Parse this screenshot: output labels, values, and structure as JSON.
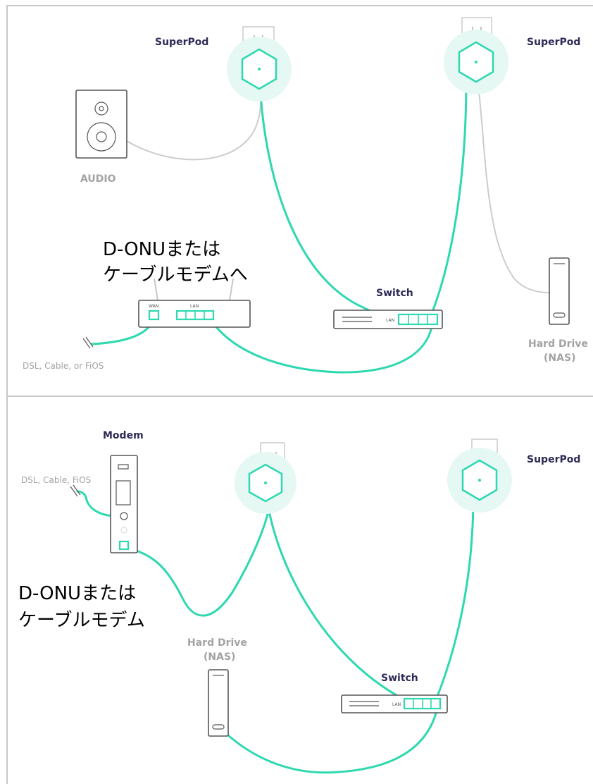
{
  "top_panel": {
    "superpod_left_label": "SuperPod",
    "superpod_right_label": "SuperPod",
    "audio_label": "AUDIO",
    "router_note_line1": "D-ONUまたは",
    "router_note_line2": "ケーブルモデムへ",
    "wan_port_label": "WAN",
    "lan_port_label": "LAN",
    "internet_label": "DSL, Cable, or FiOS",
    "switch_label": "Switch",
    "switch_port_label": "LAN",
    "nas_label_line1": "Hard Drive",
    "nas_label_line2": "(NAS)"
  },
  "bottom_panel": {
    "modem_label": "Modem",
    "internet_label": "DSL, Cable, FiOS",
    "modem_note_line1": "D-ONUまたは",
    "modem_note_line2": "ケーブルモデム",
    "superpod_right_label": "SuperPod",
    "nas_label_line1": "Hard Drive",
    "nas_label_line2": "(NAS)",
    "switch_label": "Switch",
    "switch_port_label": "LAN"
  },
  "colors": {
    "cable": "#2ed8b0",
    "superpod_halo": "#e6f8f3",
    "label_dark": "#2e2a57",
    "label_grey": "#a3a3a3"
  }
}
